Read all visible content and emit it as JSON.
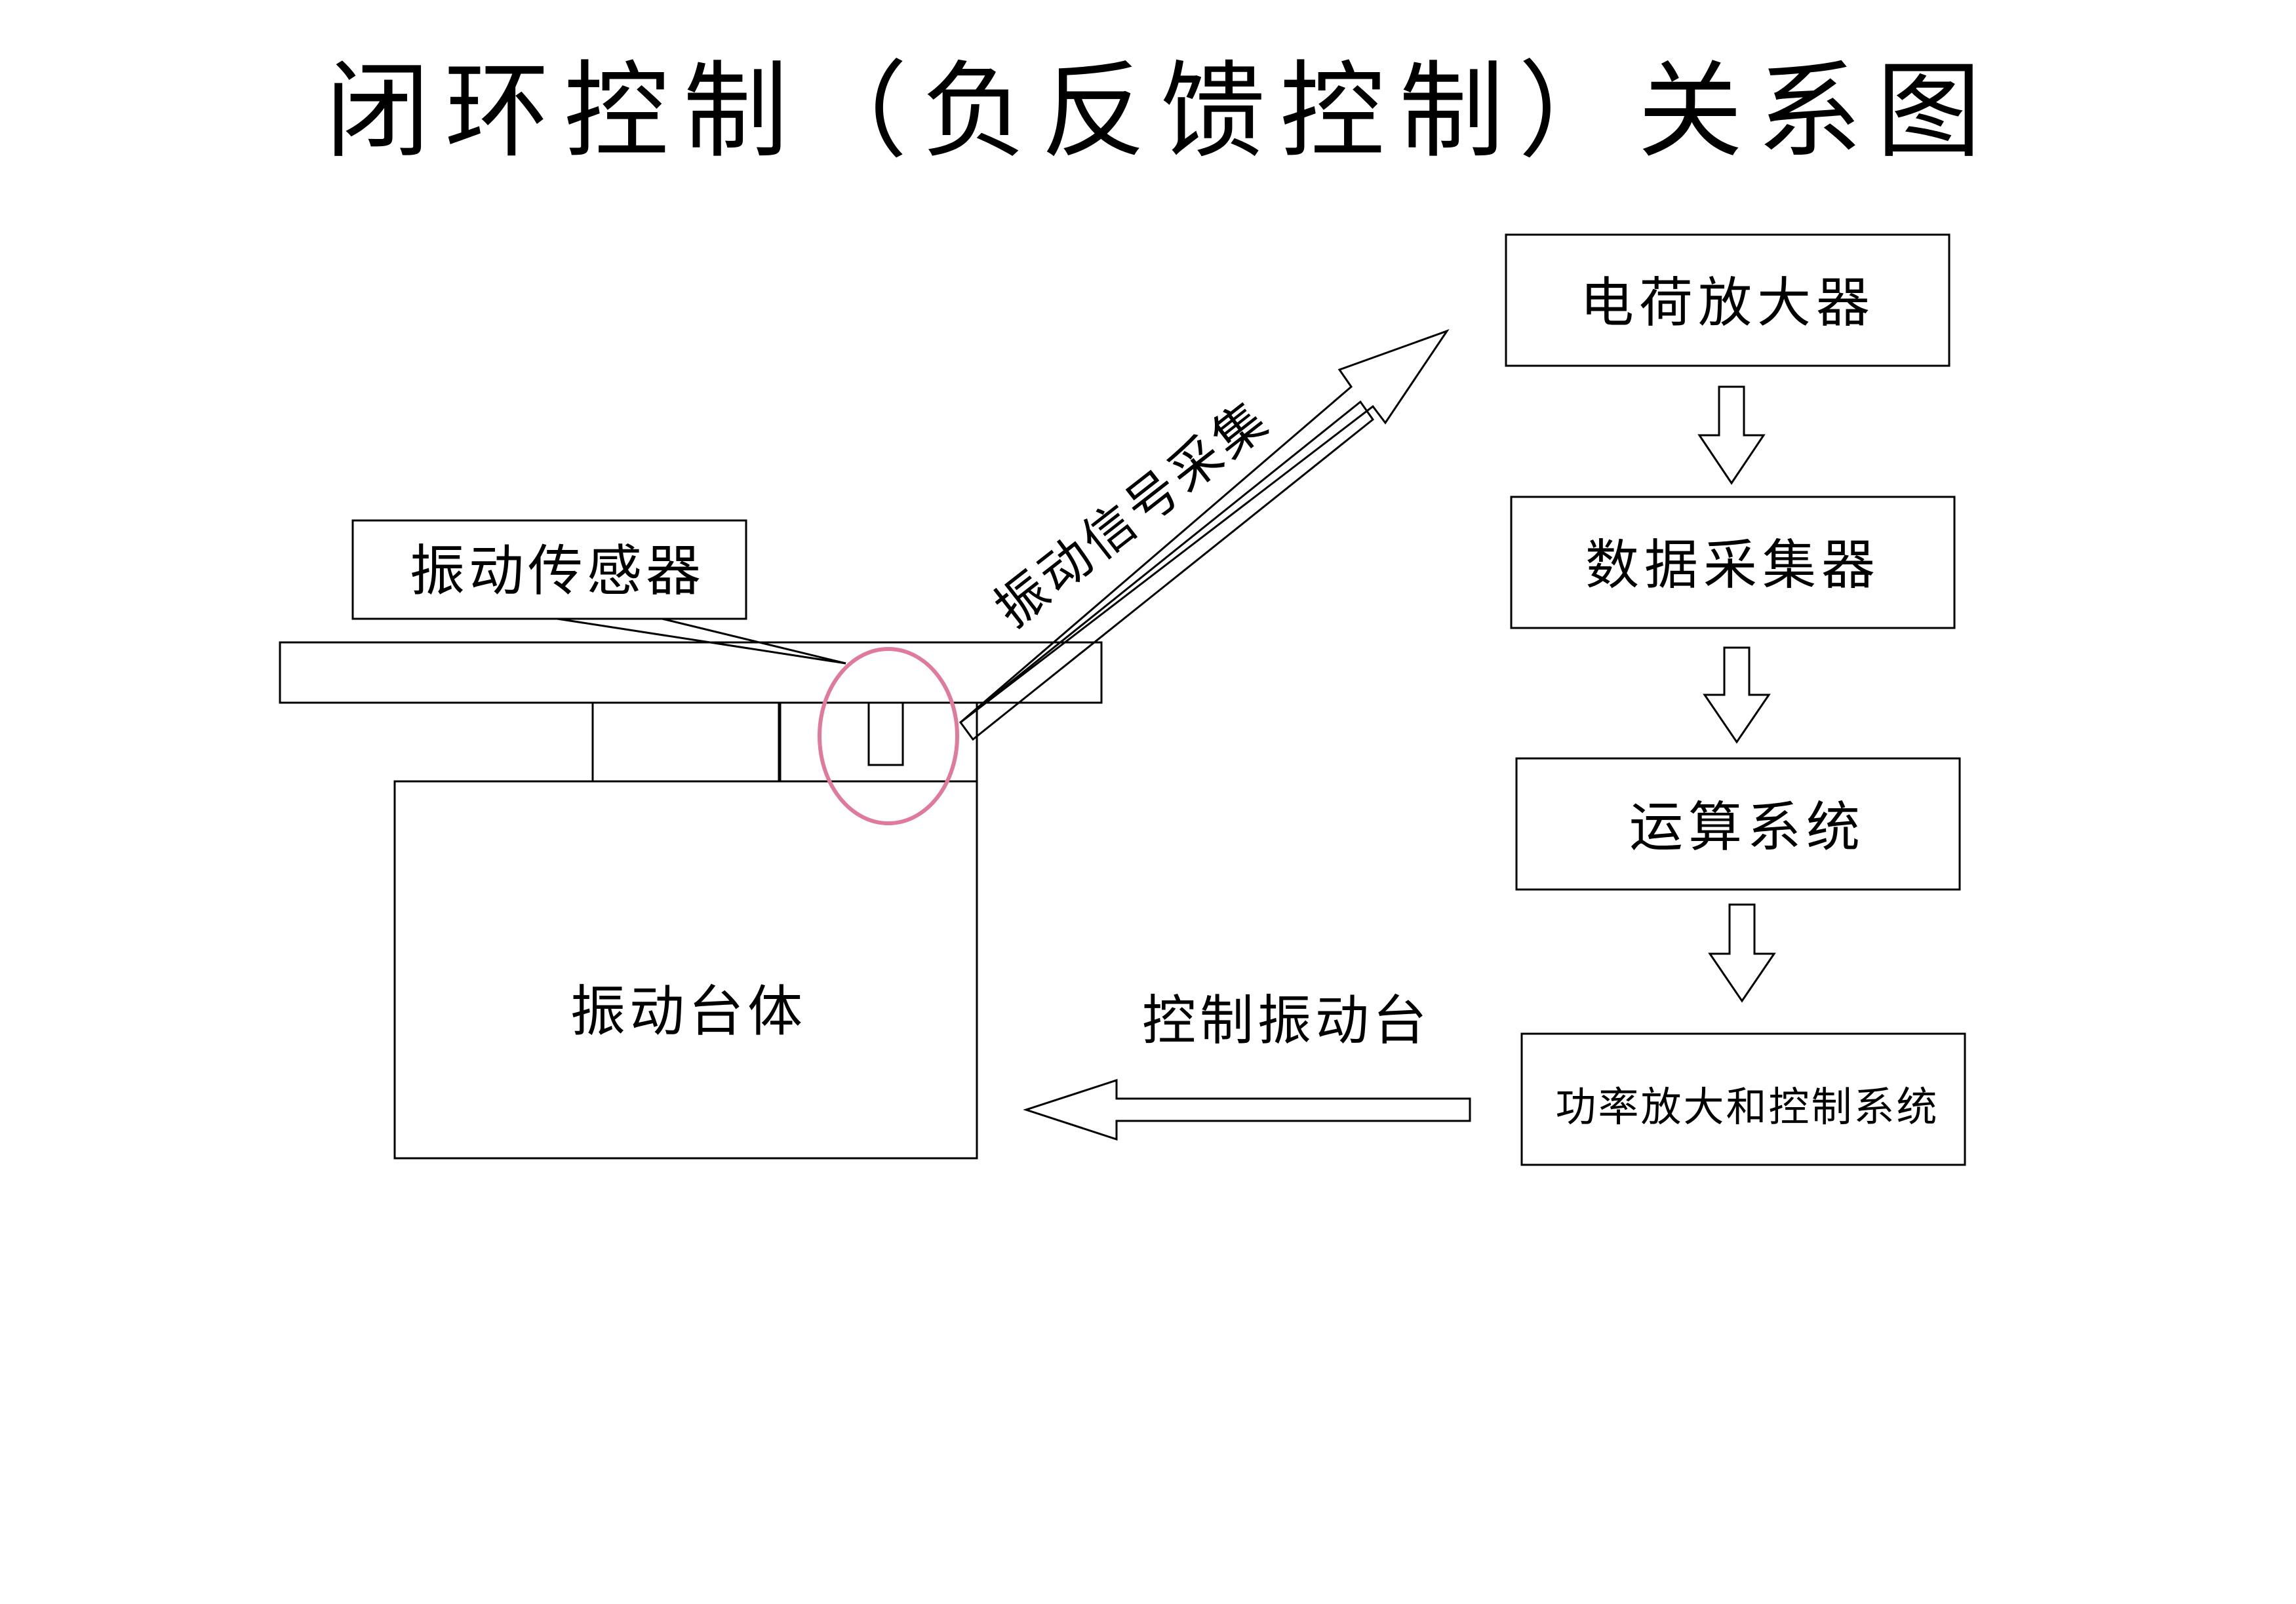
{
  "title": "闭环控制（负反馈控制）关系图",
  "labels": {
    "sensor_callout": "振动传感器",
    "table_body": "振动台体",
    "signal_arrow": "振动信号采集",
    "control_arrow": "控制振动台"
  },
  "pipeline": {
    "charge_amplifier": "电荷放大器",
    "data_acquisition": "数据采集器",
    "computing_system": "运算系统",
    "power_control": "功率放大和控制系统"
  },
  "colors": {
    "line": "#000000",
    "highlight": "#e07a9a",
    "background": "#ffffff"
  }
}
